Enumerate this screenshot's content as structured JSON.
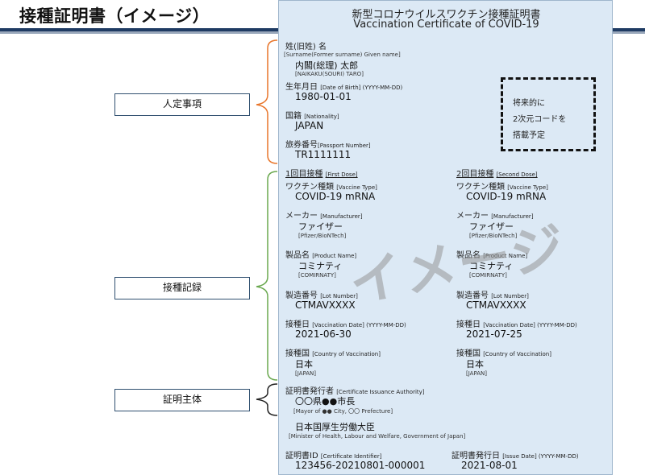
{
  "page": {
    "title": "接種証明書（イメージ）"
  },
  "side_labels": {
    "personal": "人定事項",
    "record": "接種記録",
    "issuer": "証明主体"
  },
  "certificate": {
    "title_jp": "新型コロナウイルスワクチン接種証明書",
    "title_en": "Vaccination Certificate of COVID-19",
    "name_label": "姓(旧姓) 名",
    "name_label_en": "[Surname(Former surname) Given name]",
    "name_value": "内閣(総理) 太郎",
    "name_roman": "[NAIKAKU(SOURI) TARO]",
    "dob_label": "生年月日",
    "dob_label_en": "[Date of Birth] (YYYY-MM-DD)",
    "dob_value": "1980-01-01",
    "nationality_label": "国籍",
    "nationality_label_en": "[Nationality]",
    "nationality_value": "JAPAN",
    "passport_label": "旅券番号",
    "passport_label_en": "[Passport Number]",
    "passport_value": "TR1111111",
    "qr_note": [
      "将来的に",
      "2次元コードを",
      "搭載予定"
    ],
    "dose1": {
      "heading": "1回目接種",
      "heading_en": "[First Dose]",
      "vaccine_label": "ワクチン種類",
      "vaccine_label_en": "[Vaccine Type]",
      "vaccine_value": "COVID-19 mRNA",
      "maker_label": "メーカー",
      "maker_label_en": "[Manufacturer]",
      "maker_value": "ファイザー",
      "maker_value_en": "[Pfizer/BioNTech]",
      "product_label": "製品名",
      "product_label_en": "[Product Name]",
      "product_value": "コミナティ",
      "product_value_en": "[COMIRNATY]",
      "lot_label": "製造番号",
      "lot_label_en": "[Lot Number]",
      "lot_value": "CTMAVXXXX",
      "date_label": "接種日",
      "date_label_en": "[Vaccination Date] (YYYY-MM-DD)",
      "date_value": "2021-06-30",
      "country_label": "接種国",
      "country_label_en": "[Country of Vaccination]",
      "country_value": "日本",
      "country_value_en": "[JAPAN]"
    },
    "dose2": {
      "heading": "2回目接種",
      "heading_en": "[Second Dose]",
      "vaccine_label": "ワクチン種類",
      "vaccine_label_en": "[Vaccine Type]",
      "vaccine_value": "COVID-19 mRNA",
      "maker_label": "メーカー",
      "maker_label_en": "[Manufacturer]",
      "maker_value": "ファイザー",
      "maker_value_en": "[Pfizer/BioNTech]",
      "product_label": "製品名",
      "product_label_en": "[Product Name]",
      "product_value": "コミナティ",
      "product_value_en": "[COMIRNATY]",
      "lot_label": "製造番号",
      "lot_label_en": "[Lot Number]",
      "lot_value": "CTMAVXXXX",
      "date_label": "接種日",
      "date_label_en": "[Vaccination Date] (YYYY-MM-DD)",
      "date_value": "2021-07-25",
      "country_label": "接種国",
      "country_label_en": "[Country of Vaccination]",
      "country_value": "日本",
      "country_value_en": "[JAPAN]"
    },
    "issuer_label": "証明書発行者",
    "issuer_label_en": "[Certificate Issuance Authority]",
    "issuer_value": "〇〇県●●市長",
    "issuer_value_en": "[Mayor of ●● City, 〇〇 Prefecture]",
    "ministry_value": "日本国厚生労働大臣",
    "ministry_value_en": "[Minister of Health, Labour and Welfare, Government of Japan]",
    "id_label": "証明書ID",
    "id_label_en": "[Certificate Identifier]",
    "id_value": "123456-20210801-000001",
    "issue_date_label": "証明書発行日",
    "issue_date_label_en": "[Issue Date] (YYYY-MM-DD)",
    "issue_date_value": "2021-08-01",
    "watermark": "イメージ"
  },
  "colors": {
    "personal_bracket": "#e8752a",
    "record_bracket": "#6aa84f",
    "issuer_bracket": "#222222",
    "certificate_bg": "#dce9f5"
  }
}
